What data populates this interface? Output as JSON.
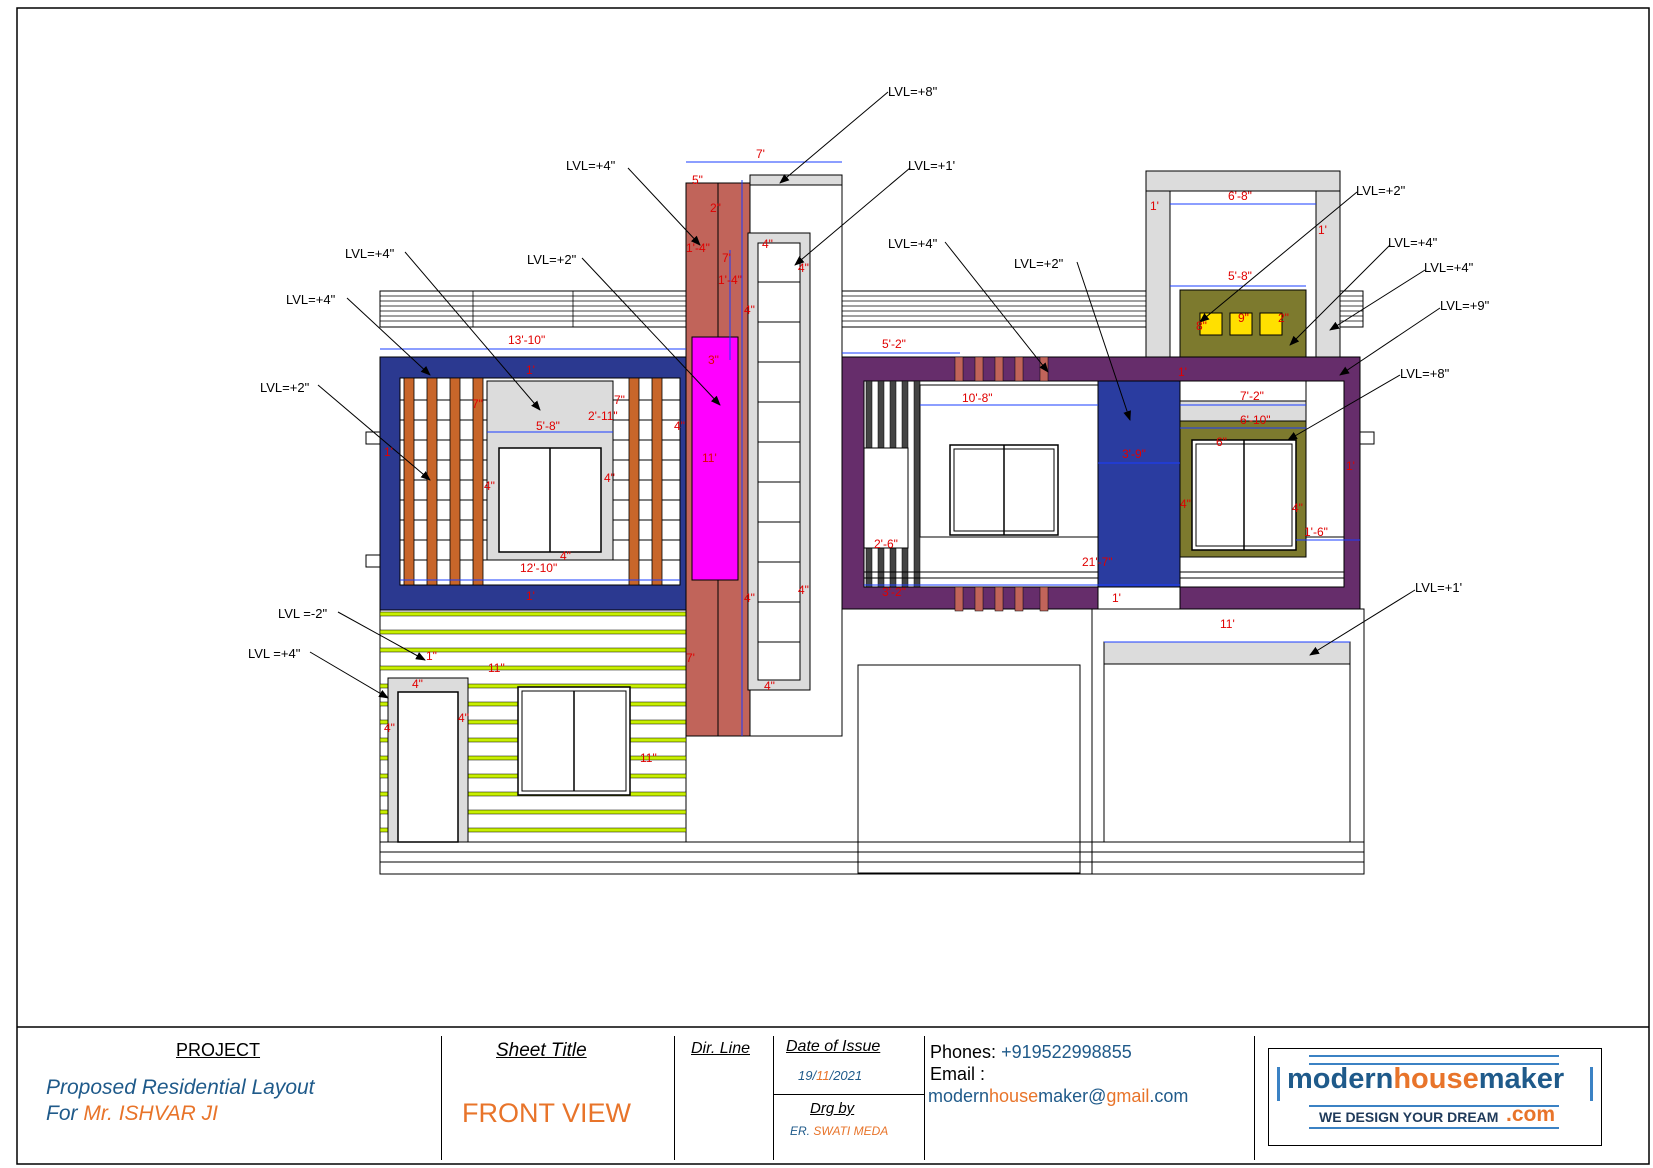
{
  "drawing": {
    "levels": {
      "lvl_8_top": "LVL=+8\"",
      "lvl_4_col": "LVL=+4\"",
      "lvl_1_col": "LVL=+1'",
      "lvl_2_right_top": "LVL=+2\"",
      "lvl_4_right_a": "LVL=+4\"",
      "lvl_4_right_b": "LVL=+4\"",
      "lvl_9_right": "LVL=+9\"",
      "lvl_8_right": "LVL=+8\"",
      "lvl_1_right": "LVL=+1'",
      "lvl_4_left_a": "LVL=+4\"",
      "lvl_2_left_a": "LVL=+2\"",
      "lvl_4_left_b": "LVL=+4\"",
      "lvl_2_left_b": "LVL=+2\"",
      "lvl_4_mid": "LVL=+4\"",
      "lvl_2_mid": "LVL=+2\"",
      "lvl_m2_left": "LVL =-2\"",
      "lvl_4_door": "LVL =+4\""
    },
    "dims": {
      "d_7": "7'",
      "d_5in": "5\"",
      "d_2in": "2\"",
      "d_1_4a": "1'-4\"",
      "d_1_4b": "1'-4\"",
      "d_7v": "7'",
      "d_4a": "4\"",
      "d_4b": "4\"",
      "d_13_10": "13'-10\"",
      "d_3in": "3\"",
      "d_11": "11'",
      "d_5_8": "5'-8\"",
      "d_2_11": "2'-11\"",
      "d_12_10": "12'-10\"",
      "d_1a": "1'",
      "d_1b": "1'",
      "d_1c": "1'",
      "d_4c": "4\"",
      "d_4d": "4\"",
      "d_7in": "7\"",
      "d_7in_b": "7\"",
      "d_4e": "4\"",
      "d_4f": "4\"",
      "d_4g": "4\"",
      "d_7bot": "7'",
      "d_11in_a": "11\"",
      "d_11in_b": "11\"",
      "d_1in": "1\"",
      "d_4h": "4\"",
      "d_4i": "4\"",
      "d_4j": "4\"",
      "d_5_2": "5'-2\"",
      "d_10_8": "10'-8\"",
      "d_3_9": "3'-9\"",
      "d_21_7": "21'-7\"",
      "d_2_6": "2'-6\"",
      "d_3_2": "3'-2\"",
      "d_6_8": "6'-8\"",
      "d_5_8r": "5'-8\"",
      "d_1r1": "1'",
      "d_1r2": "1'",
      "d_9in": "9\"",
      "d_2in_r": "2\"",
      "d_8in": "8\"",
      "d_7_2": "7'-2\"",
      "d_6_10": "6'-10\"",
      "d_6in": "6\"",
      "d_1_6": "1'-6\"",
      "d_4r": "4\"",
      "d_4r2": "4\"",
      "d_11r": "11'",
      "d_1r3": "1'",
      "d_1r4": "1'",
      "d_1r5": "1'",
      "d_4k": "4\"",
      "d_4l": "4\"",
      "d_4m": "4\""
    }
  },
  "title_block": {
    "project_heading": "PROJECT",
    "project_line1": "Proposed Residential Layout",
    "project_line2_prefix": "For ",
    "project_line2_name": "Mr. ISHVAR JI",
    "sheet_title_heading": "Sheet Title",
    "sheet_title": "FRONT VIEW",
    "dir_line_heading": "Dir. Line",
    "date_heading": "Date of Issue",
    "date_day": "19/",
    "date_month": "11",
    "date_year": "/2021",
    "drg_by_heading": "Drg by",
    "drg_by_prefix": "ER. ",
    "drg_by_name": "SWATI MEDA",
    "phones_label": "Phones:",
    "phones_value": "+919522998855",
    "email_label": "Email :",
    "email_part1": "modern",
    "email_part2": "house",
    "email_part3": "maker@",
    "email_part4": "gmail",
    "email_part5": ".com",
    "logo_part1": "modern",
    "logo_part2": "house",
    "logo_part3": "maker",
    "logo_tagline": "WE DESIGN YOUR DREAM",
    "logo_com": ".com"
  },
  "colors": {
    "navy": "#2b3990",
    "purple": "#662d6b",
    "brick": "#c1645a",
    "magenta": "#ff00ff",
    "olive": "#7d7a2e",
    "lime": "#c8f000",
    "timber": "#c8662a",
    "grey": "#dcdcdc",
    "blue_dark": "#2a3ca0",
    "title_blue": "#1f5a8a",
    "title_orange": "#e8742a"
  }
}
